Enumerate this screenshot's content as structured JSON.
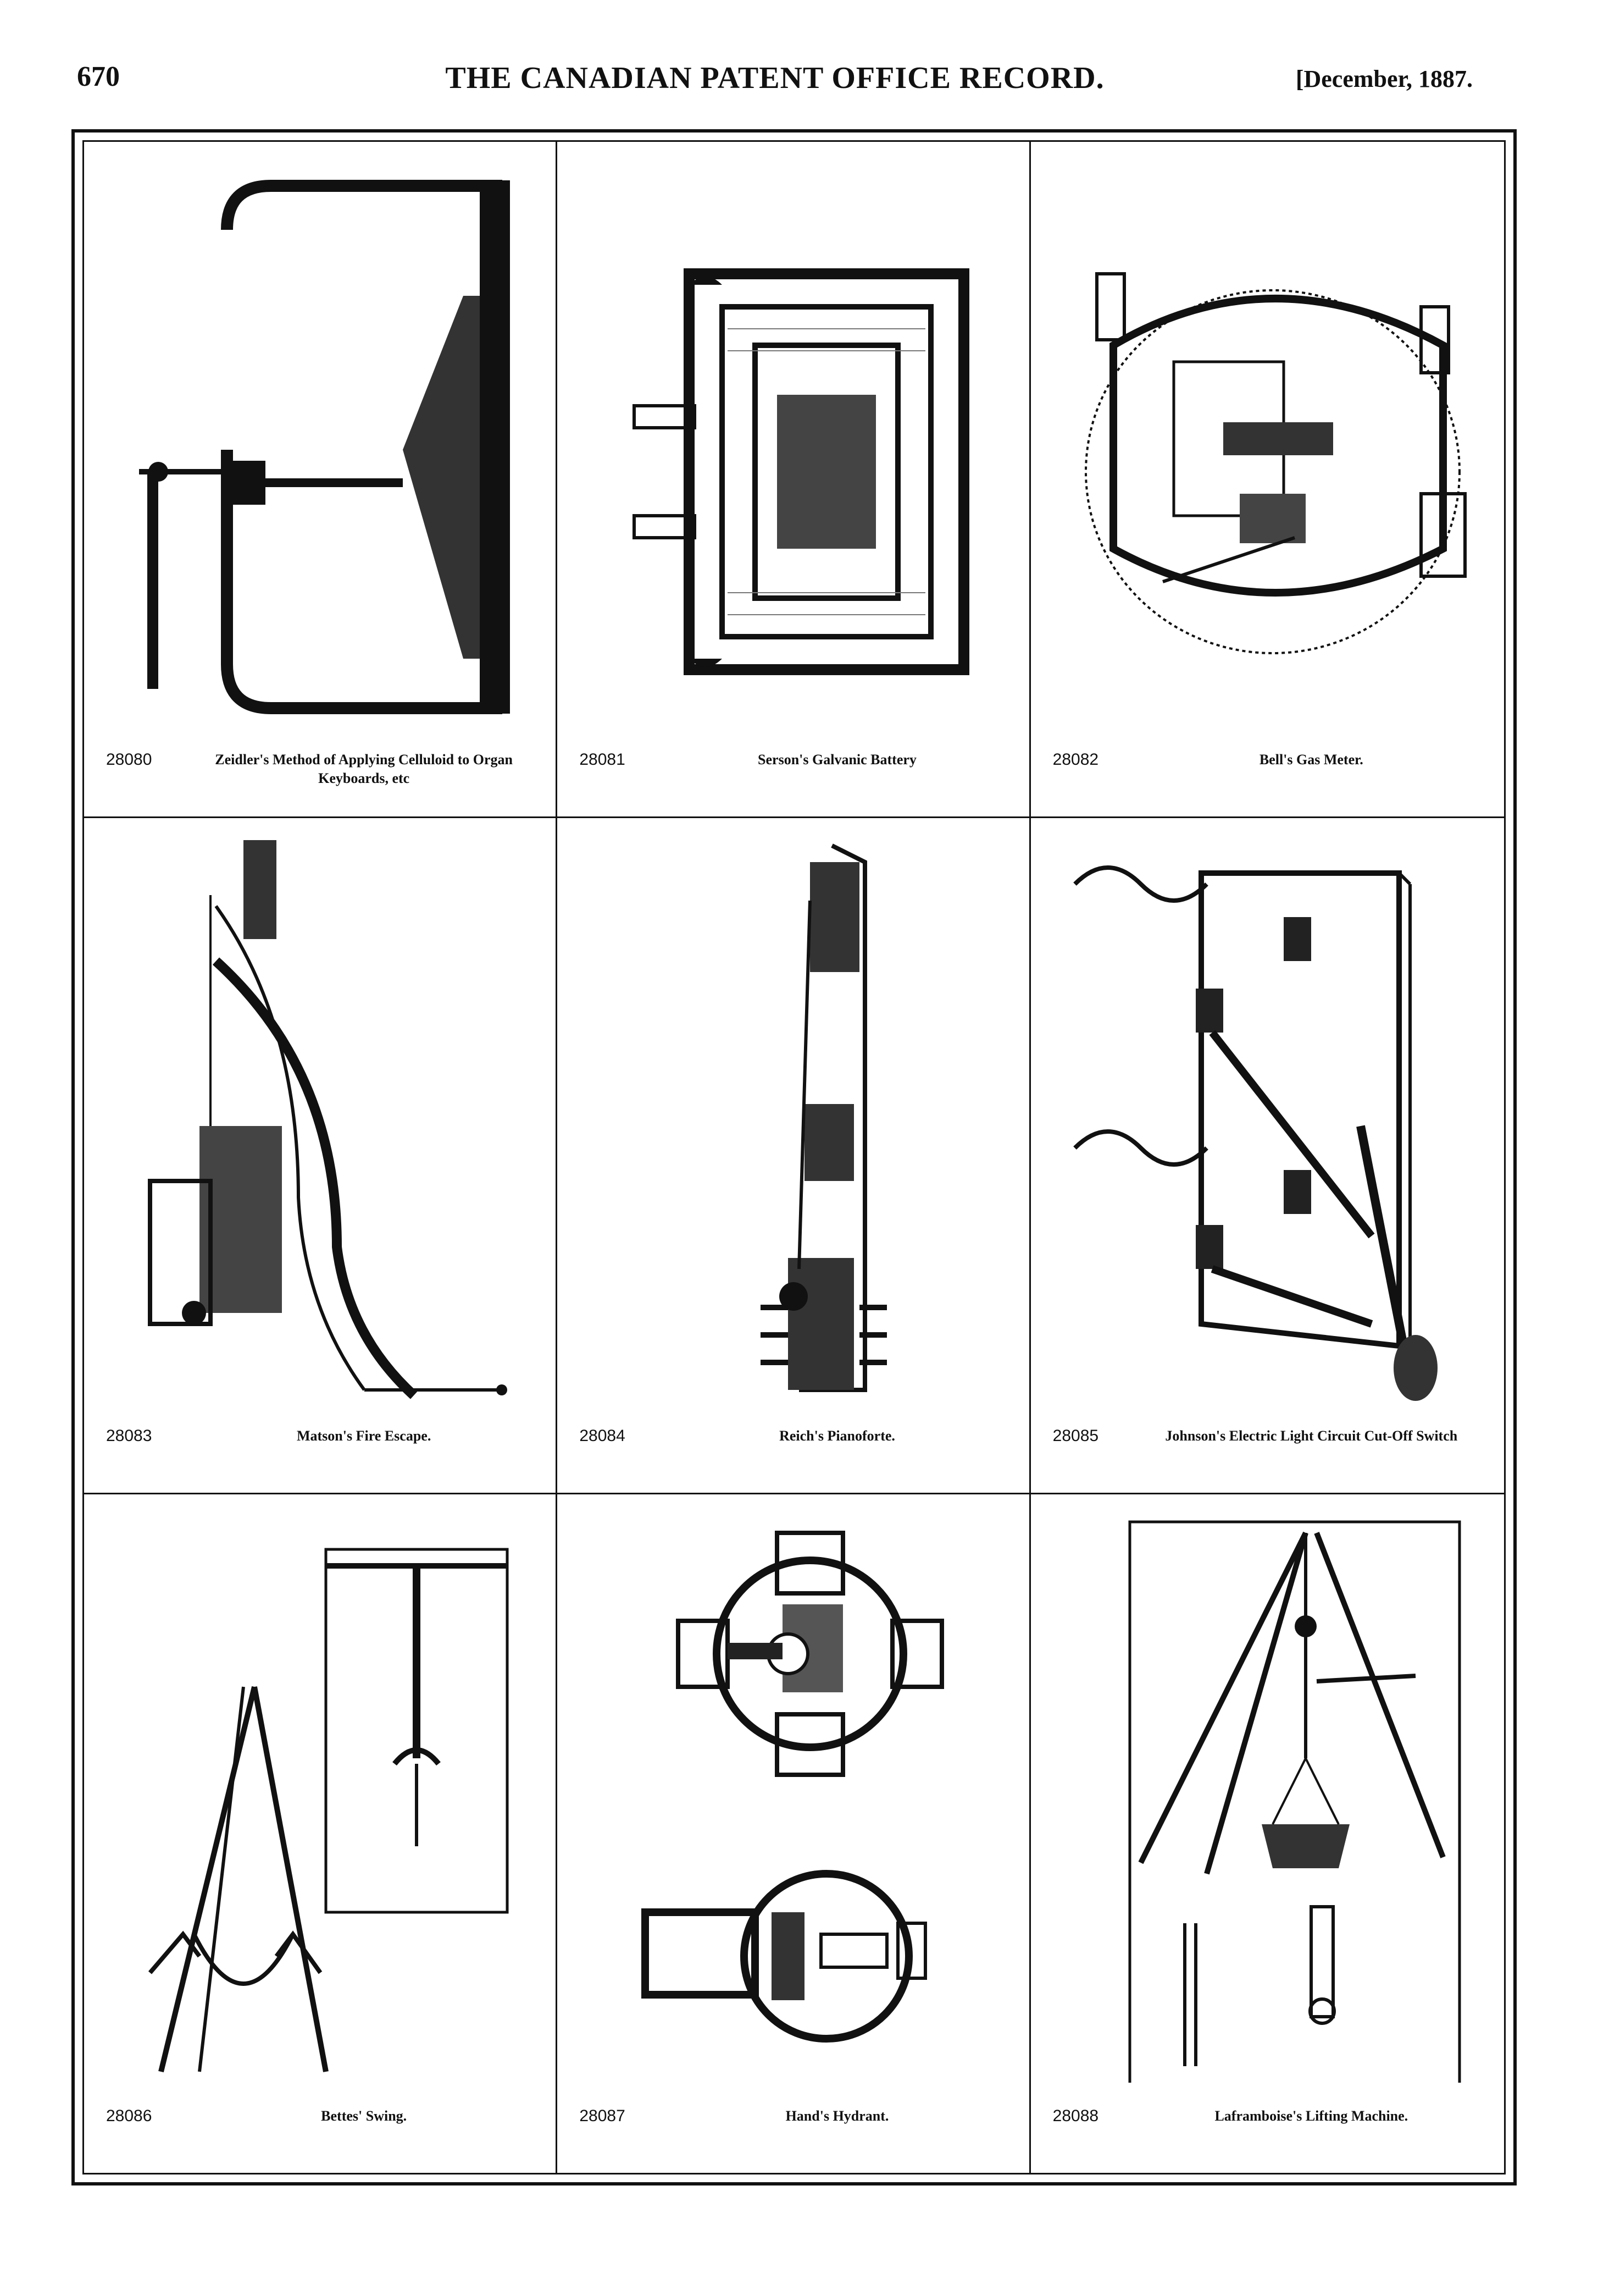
{
  "header": {
    "page_number": "670",
    "title": "THE CANADIAN PATENT OFFICE RECORD.",
    "date": "[December, 1887."
  },
  "patents": [
    {
      "number": "28080",
      "caption": "Zeidler's Method of Applying Celluloid to Organ Keyboards, etc"
    },
    {
      "number": "28081",
      "caption": "Serson's Galvanic Battery"
    },
    {
      "number": "28082",
      "caption": "Bell's Gas Meter."
    },
    {
      "number": "28083",
      "caption": "Matson's Fire Escape."
    },
    {
      "number": "28084",
      "caption": "Reich's Pianoforte."
    },
    {
      "number": "28085",
      "caption": "Johnson's Electric Light Circuit Cut-Off Switch"
    },
    {
      "number": "28086",
      "caption": "Bettes' Swing."
    },
    {
      "number": "28087",
      "caption": "Hand's Hydrant."
    },
    {
      "number": "28088",
      "caption": "Laframboise's Lifting Machine."
    }
  ]
}
